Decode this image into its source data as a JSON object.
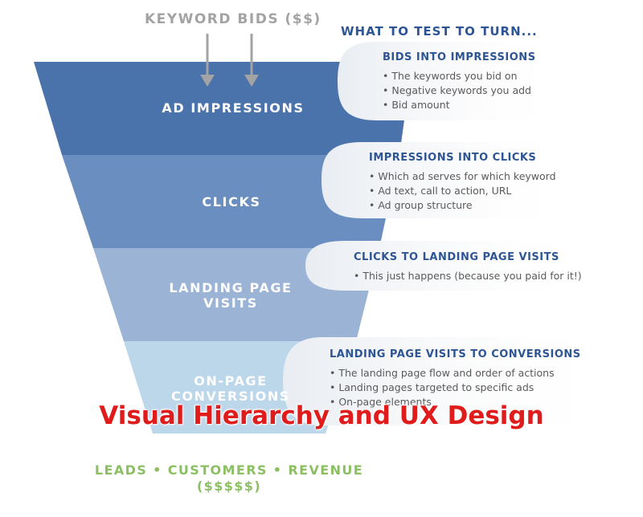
{
  "header": {
    "top_label": "KEYWORD BIDS ($$)",
    "test_heading": "WHAT TO TEST TO TURN..."
  },
  "funnel": {
    "stages": [
      {
        "label_lines": [
          "AD IMPRESSIONS"
        ],
        "color": "#4a72ab"
      },
      {
        "label_lines": [
          "CLICKS"
        ],
        "color": "#6a8ebf"
      },
      {
        "label_lines": [
          "LANDING PAGE",
          "VISITS"
        ],
        "color": "#9bb4d6"
      },
      {
        "label_lines": [
          "ON-PAGE",
          "CONVERSIONS"
        ],
        "color": "#bcd6ea"
      }
    ],
    "bottom_label_lines": [
      "LEADS • CUSTOMERS • REVENUE",
      "($$$$$)"
    ],
    "bottom_label_color": "#8bbf62"
  },
  "tests": [
    {
      "title": "BIDS INTO IMPRESSIONS",
      "items": [
        "• The keywords you bid on",
        "• Negative keywords you add",
        "• Bid amount"
      ]
    },
    {
      "title": "IMPRESSIONS INTO CLICKS",
      "items": [
        "• Which ad serves for which keyword",
        "• Ad text, call to action, URL",
        "• Ad group structure"
      ]
    },
    {
      "title": "CLICKS TO LANDING PAGE VISITS",
      "items": [
        "• This just happens (because you paid for it!)"
      ]
    },
    {
      "title": "LANDING PAGE VISITS TO CONVERSIONS",
      "items": [
        "• The landing page flow and order of actions",
        "• Landing pages targeted to specific ads",
        "• On-page elements"
      ]
    }
  ],
  "overlay": {
    "title": "Visual Hierarchy and UX Design",
    "color": "#e01b1b"
  }
}
